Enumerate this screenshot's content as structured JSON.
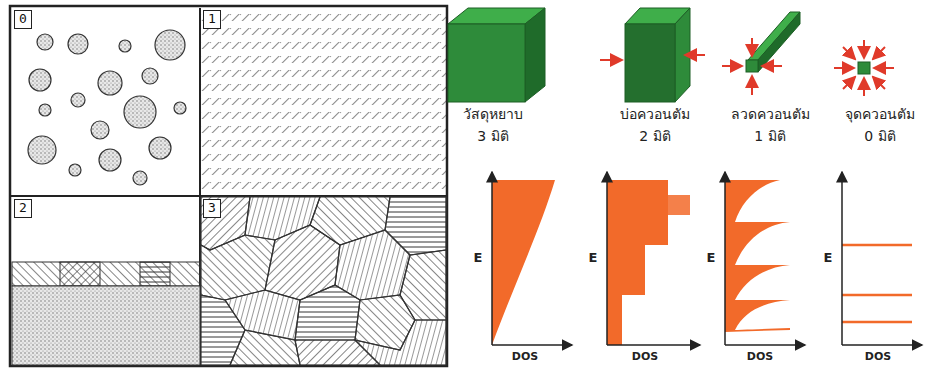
{
  "diagram": {
    "nodes": [
      {
        "text": [
          "0"
        ]
      },
      {
        "text": [
          "1"
        ]
      },
      {
        "text": [
          "2"
        ]
      },
      {
        "text": [
          "3"
        ]
      }
    ],
    "labels": [
      "วัสดุหยาบ",
      "3 มิติ",
      "บ่อควอนตัม",
      "2 มิติ",
      "ลวดควอนตัม",
      "1 มิติ",
      "จุดควอนตัม",
      "0 มิติ",
      "E",
      "DOS",
      "E",
      "DOS",
      "E",
      "DOS",
      "E",
      "DOS"
    ]
  }
}
